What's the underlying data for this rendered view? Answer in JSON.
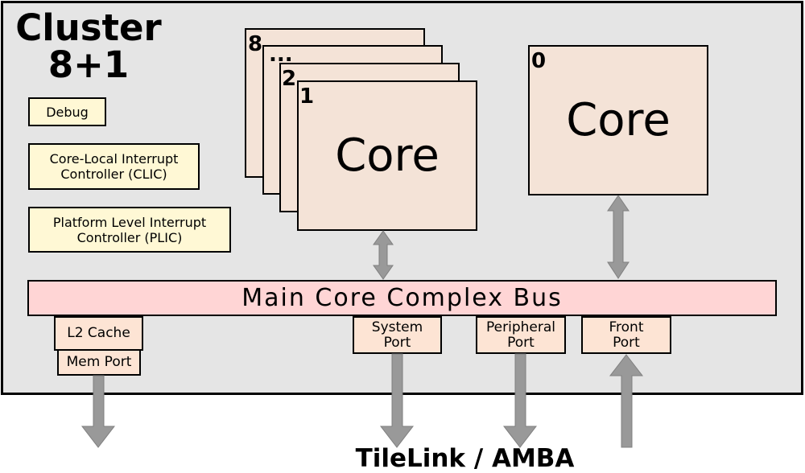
{
  "cluster": {
    "title_line1": "Cluster",
    "title_line2": "8+1"
  },
  "controllers": {
    "debug": "Debug",
    "clic_line1": "Core-Local Interrupt",
    "clic_line2": "Controller (CLIC)",
    "plic_line1": "Platform Level Interrupt",
    "plic_line2": "Controller (PLIC)"
  },
  "cores": {
    "stack_numbers": [
      "8",
      "...",
      "2",
      "1"
    ],
    "stack_label": "Core",
    "single_number": "0",
    "single_label": "Core"
  },
  "bus": {
    "label": "Main Core Complex Bus"
  },
  "ports": {
    "l2_cache": "L2 Cache",
    "mem_port": "Mem Port",
    "system_line1": "System",
    "system_line2": "Port",
    "peripheral_line1": "Peripheral",
    "peripheral_line2": "Port",
    "front_line1": "Front",
    "front_line2": "Port"
  },
  "footer": {
    "label": "TileLink / AMBA"
  },
  "colors": {
    "cluster_bg": "#e5e5e5",
    "controller_bg": "#fff8d5",
    "core_bg": "#f4e3d7",
    "bus_bg": "#ffd5d5",
    "port_bg": "#fde4d4",
    "arrow": "#999999"
  }
}
